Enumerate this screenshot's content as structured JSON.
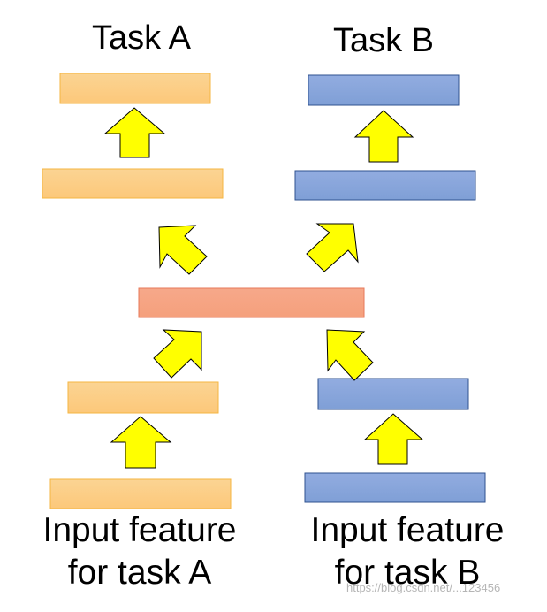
{
  "titles": {
    "task_a": "Task A",
    "task_b": "Task B"
  },
  "inputs": {
    "a_line1": "Input feature",
    "a_line2": "for task A",
    "b_line1": "Input feature",
    "b_line2": "for task B"
  },
  "watermark": "https://blog.csdn.net/...123456",
  "colors": {
    "task_a_layer": "#fbd38f",
    "task_b_layer": "#8ea9db",
    "shared_layer": "#f4a582",
    "arrow_fill": "#ffff00"
  }
}
